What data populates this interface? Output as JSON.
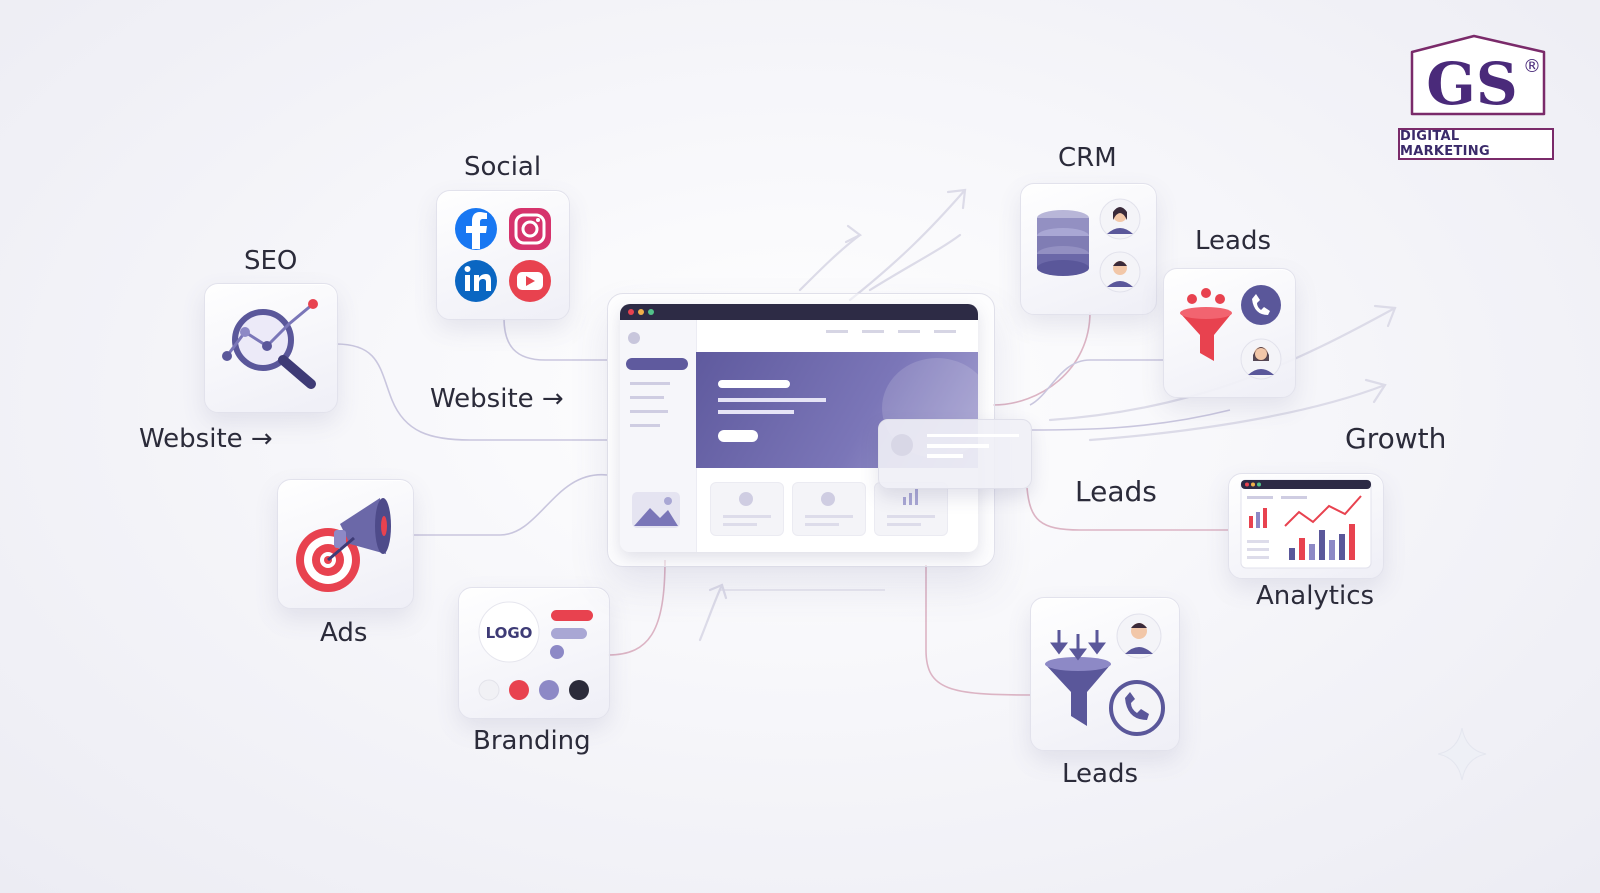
{
  "brand": {
    "monogram": "GS",
    "registered": "®",
    "tagline": "DIGITAL MARKETING",
    "color_primary": "#4a2a7a",
    "color_border": "#7a2a6a"
  },
  "colors": {
    "accent_purple": "#5f5a9e",
    "accent_red": "#e8424f",
    "connector": "#d9b8c8"
  },
  "nodes": {
    "social": {
      "label": "Social",
      "icons": [
        "facebook-icon",
        "instagram-icon",
        "linkedin-icon",
        "youtube-icon"
      ]
    },
    "seo": {
      "label": "SEO",
      "icon": "magnifier-chart-icon"
    },
    "website_left": {
      "label": "Website →"
    },
    "website_mid": {
      "label": "Website →"
    },
    "ads": {
      "label": "Ads",
      "icon": "target-megaphone-icon"
    },
    "branding": {
      "label": "Branding",
      "logo_text": "LOGO"
    },
    "crm": {
      "label": "CRM",
      "icon": "database-users-icon"
    },
    "leads_top": {
      "label": "Leads",
      "icon": "funnel-call-icon"
    },
    "growth": {
      "label": "Growth"
    },
    "leads_mid": {
      "label": "Leads"
    },
    "analytics": {
      "label": "Analytics",
      "icon": "dashboard-chart-icon"
    },
    "leads_bottom": {
      "label": "Leads",
      "icon": "funnel-phone-icon"
    }
  }
}
